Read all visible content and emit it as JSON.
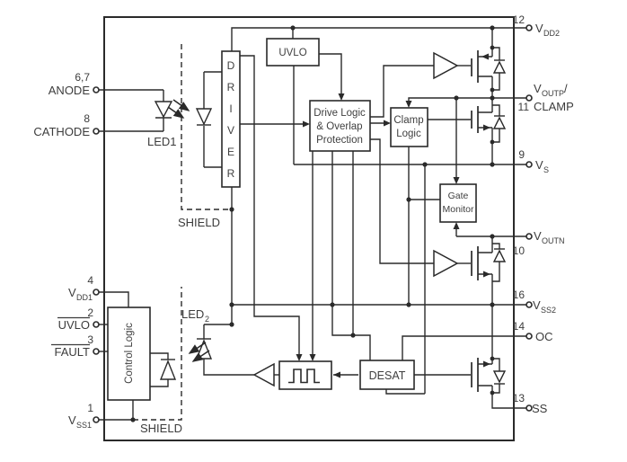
{
  "pins": {
    "left": [
      {
        "num": "6,7",
        "name": "ANODE"
      },
      {
        "num": "8",
        "name": "CATHODE"
      },
      {
        "num": "4",
        "name": "V",
        "sub": "DD1"
      },
      {
        "num": "2",
        "name": "UVLO",
        "overline": "true"
      },
      {
        "num": "3",
        "name": "FAULT",
        "overline": "true"
      },
      {
        "num": "1",
        "name": "V",
        "sub": "SS1"
      }
    ],
    "right": [
      {
        "num": "12",
        "name": "V",
        "sub": "DD2"
      },
      {
        "num": "11",
        "name": "V",
        "sub": "OUTP",
        "suffix": "/",
        "line2": "CLAMP"
      },
      {
        "num": "9",
        "name": "V",
        "sub": "S"
      },
      {
        "num": "10",
        "name": "V",
        "sub": "OUTN"
      },
      {
        "num": "16",
        "name": "V",
        "sub": "SS2"
      },
      {
        "num": "14",
        "name": "OC"
      },
      {
        "num": "13",
        "name": "SS"
      }
    ]
  },
  "blocks": {
    "driver": {
      "label": "DRIVER"
    },
    "uvlo": {
      "label": "UVLO"
    },
    "drive_logic": {
      "lines": [
        "Drive Logic",
        "& Overlap",
        "Protection"
      ]
    },
    "clamp_logic": {
      "lines": [
        "Clamp",
        "Logic"
      ]
    },
    "gate_monitor": {
      "lines": [
        "Gate",
        "Monitor"
      ]
    },
    "control_logic": {
      "label": "Control Logic"
    },
    "desat": {
      "label": "DESAT"
    },
    "pulse_gen": {
      "icon": "double-pulse-waveform"
    }
  },
  "labels": {
    "led1": "LED1",
    "led2": {
      "text": "LED",
      "sub": "2"
    },
    "shield_top": "SHIELD",
    "shield_bottom": "SHIELD"
  },
  "colors": {
    "line": "#2a2a2a",
    "text": "#3c3c3c",
    "background": "#ffffff"
  }
}
